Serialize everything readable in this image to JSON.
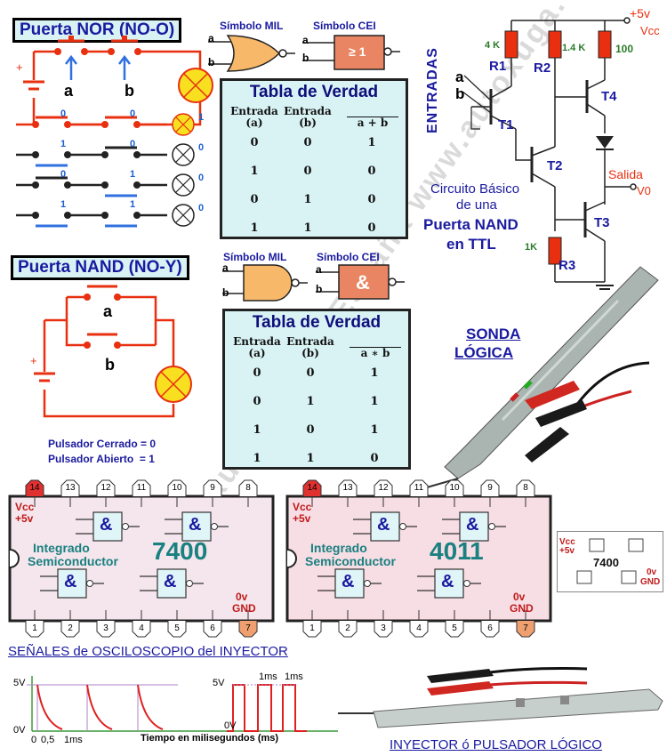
{
  "nor": {
    "title": "Puerta NOR (NO-O)",
    "mil_label": "Símbolo MIL",
    "cei_label": "Símbolo CEI",
    "cei_symbol": "≥ 1",
    "input_a": "a",
    "input_b": "b",
    "switch_a": "a",
    "switch_b": "b",
    "switch_states": [
      {
        "a": "0",
        "b": "0",
        "out": "1"
      },
      {
        "a": "1",
        "b": "0",
        "out": "0"
      },
      {
        "a": "0",
        "b": "1",
        "out": "0"
      },
      {
        "a": "1",
        "b": "1",
        "out": "0"
      }
    ],
    "table": {
      "title": "Tabla de Verdad",
      "headers": [
        "Entrada\n(a)",
        "Entrada\n(b)",
        "a + b"
      ],
      "rows": [
        [
          "0",
          "0",
          "1"
        ],
        [
          "1",
          "0",
          "0"
        ],
        [
          "0",
          "1",
          "0"
        ],
        [
          "1",
          "1",
          "0"
        ]
      ]
    }
  },
  "nand": {
    "title": "Puerta NAND (NO-Y)",
    "mil_label": "Símbolo MIL",
    "cei_label": "Símbolo CEI",
    "cei_symbol": "&",
    "input_a": "a",
    "input_b": "b",
    "switch_a": "a",
    "switch_b": "b",
    "legend_closed": "Pulsador Cerrado = 0",
    "legend_open": "Pulsador Abierto  = 1",
    "table": {
      "title": "Tabla de Verdad",
      "headers": [
        "Entrada\n(a)",
        "Entrada\n(b)",
        "a ∗ b"
      ],
      "rows": [
        [
          "0",
          "0",
          "1"
        ],
        [
          "0",
          "1",
          "1"
        ],
        [
          "1",
          "0",
          "1"
        ],
        [
          "1",
          "1",
          "0"
        ]
      ]
    }
  },
  "ttl": {
    "vcc_value": "+5v",
    "vcc_label": "Vcc",
    "entradas": "ENTRADAS",
    "input_a": "a",
    "input_b": "b",
    "r1_value": "4 K",
    "r1": "R1",
    "r2_value": "1.4 K",
    "r2": "R2",
    "r4_value": "100",
    "r3_value": "1K",
    "r3": "R3",
    "t1": "T1",
    "t2": "T2",
    "t3": "T3",
    "t4": "T4",
    "salida": "Salida",
    "vout": "V0",
    "caption_1": "Circuito Básico",
    "caption_2": "de una",
    "caption_3": "Puerta NAND",
    "caption_4": "en TTL"
  },
  "probe": {
    "title_1": "SONDA",
    "title_2": "LÓGICA"
  },
  "chips": [
    {
      "name": "7400",
      "vcc": "Vcc",
      "vcc_volt": "+5v",
      "gnd_volt": "0v",
      "gnd": "GND",
      "desc_1": "Integrado",
      "desc_2": "Semiconductor",
      "bg": "#f4e6ec"
    },
    {
      "name": "4011",
      "vcc": "Vcc",
      "vcc_volt": "+5v",
      "gnd_volt": "0v",
      "gnd": "GND",
      "desc_1": "Integrado",
      "desc_2": "Semiconductor",
      "bg": "#f7dde4"
    }
  ],
  "chip_pins_top": [
    "14",
    "13",
    "12",
    "11",
    "10",
    "9",
    "8"
  ],
  "chip_pins_bottom": [
    "1",
    "2",
    "3",
    "4",
    "5",
    "6",
    "7"
  ],
  "gate_symbol": "&",
  "mini_chip": {
    "name": "7400",
    "vcc": "Vcc",
    "vcc_volt": "+5v",
    "gnd_volt": "0v",
    "gnd": "GND"
  },
  "scope": {
    "title": "SEÑALES de OSCILOSCOPIO del INYECTOR",
    "y_5v": "5V",
    "y_0v": "0V",
    "x_0": "0",
    "x_05": "0,5",
    "x_1ms": "1ms",
    "x_axis": "Tiempo en milisegundos (ms)",
    "right_5v": "5V",
    "right_0v": "0V",
    "pulse_1": "1ms",
    "pulse_2": "1ms"
  },
  "injector": {
    "title": "INYECTOR ó PULSADOR LÓGICO"
  },
  "watermark": "Autoxuga Movil - España  www.autoxuga.com",
  "colors": {
    "red": "#e83010",
    "blue": "#1a1aa0",
    "lamp": "#f8e020",
    "panel": "#d9f3f5"
  }
}
